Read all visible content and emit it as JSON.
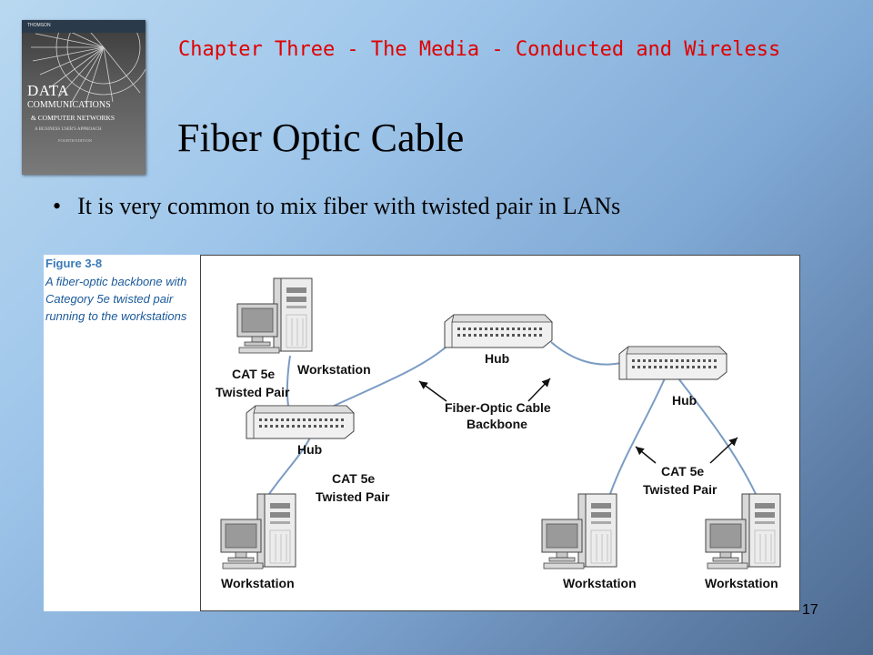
{
  "book_cover": {
    "title_line1": "DATA",
    "title_line2": "COMMUNICATIONS",
    "title_line3": "& COMPUTER NETWORKS",
    "subtitle": "A BUSINESS USER'S APPROACH",
    "edition": "FOURTH EDITION",
    "publisher": "THOMSON"
  },
  "header": {
    "chapter": "Chapter Three - The Media - Conducted and Wireless"
  },
  "slide": {
    "title": "Fiber Optic Cable",
    "bullet": "It is very common to mix fiber with twisted pair in LANs",
    "page_number": "17"
  },
  "figure": {
    "number": "Figure 3-8",
    "caption": "A fiber-optic backbone with Category 5e twisted pair running to the workstations",
    "labels": {
      "workstation_top": "Workstation",
      "cat5e_left_1": "CAT 5e",
      "cat5e_left_2": "Twisted Pair",
      "hub_left": "Hub",
      "hub_top": "Hub",
      "hub_right": "Hub",
      "fiber_1": "Fiber-Optic Cable",
      "fiber_2": "Backbone",
      "cat5e_mid_1": "CAT 5e",
      "cat5e_mid_2": "Twisted Pair",
      "cat5e_right_1": "CAT 5e",
      "cat5e_right_2": "Twisted Pair",
      "workstation_bl": "Workstation",
      "workstation_bm": "Workstation",
      "workstation_br": "Workstation"
    }
  }
}
